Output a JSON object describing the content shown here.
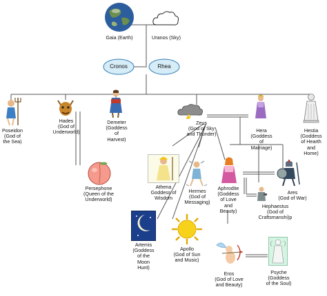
{
  "figures": {
    "gaia": "Gaia (Earth)",
    "uranos": "Uranos (Sky)",
    "cronos": "Cronos",
    "rhea": "Rhea",
    "poseidon": "Poseidon\n(God of\nthe Sea)",
    "hades": "Hades\n(God of\nUnderworld)",
    "demeter": "Demeter\n(Goddess\nof\nHarvest)",
    "zeus": "Zeus\n(God of Sky\nand Thunder)",
    "hera": "Hera\n(Goddess\nof\nMarriage)",
    "hestia": "Hestia\n(Goddess\nof Hearth\nand\nHome)",
    "persephone": "Persephone\n(Queen of the\nUnderworld)",
    "athena": "Athena\nGoddess of\nWisdom",
    "hermes": "Hermes\n(God of\nMessaging)",
    "aphrodite": "Aphrodite\n(Goddess\nof Love\nand\nBeauty)",
    "ares": "Ares\n(God of War)",
    "hephaestus": "Hephaestus\n(God of\nCraftsmanshi)p",
    "artemis": "Artemis\n(Goddess\nof the\nMoon\nHunt)",
    "apollo": "Apollo\n(God of Sun\nand Music)",
    "eros": "Eros\n(God of Love\nand Beauty)",
    "psyche": "Psyche\n(Goddess\nof the Soul)"
  },
  "icons": {
    "gaia": "earth-globe-icon",
    "uranos": "cloud-icon",
    "poseidon": "poseidon-figure-icon",
    "hades": "hades-figure-icon",
    "demeter": "demeter-figure-icon",
    "zeus": "storm-cloud-icon",
    "hera": "hera-figure-icon",
    "hestia": "hestia-statue-icon",
    "persephone": "peach-fruit-icon",
    "athena": "athena-figure-icon",
    "hermes": "hermes-figure-icon",
    "aphrodite": "aphrodite-figure-icon",
    "ares": "ares-warrior-icon",
    "hephaestus": "hephaestus-figure-icon",
    "artemis": "crescent-moon-icon",
    "apollo": "sun-icon",
    "eros": "cupid-icon",
    "psyche": "psyche-statue-icon"
  },
  "colors": {
    "oval_fill": "#d6ecf7",
    "oval_stroke": "#2f7bb5",
    "line": "#555555",
    "earth_ocean": "#2c5d9c",
    "earth_land": "#6d8f4e",
    "sun": "#f7d21b",
    "peach": "#f59a8c",
    "moon_bg": "#1c3f8c"
  }
}
